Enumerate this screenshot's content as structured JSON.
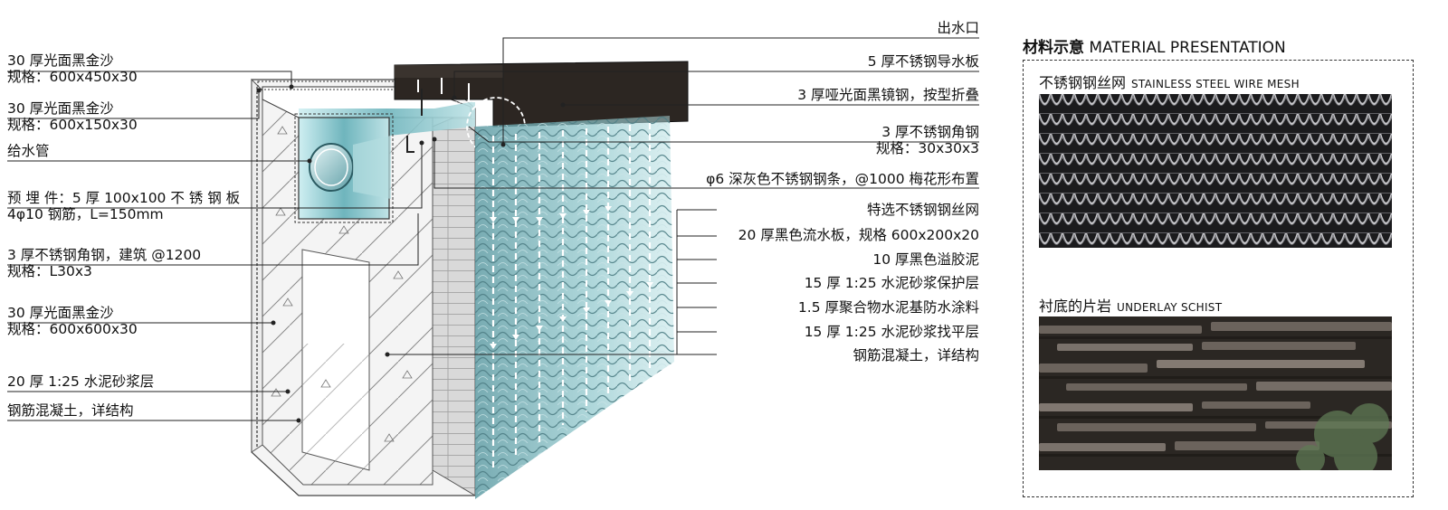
{
  "left_labels": [
    {
      "line1": "30 厚光面黑金沙",
      "line2": "规格：600x450x30"
    },
    {
      "line1": "30 厚光面黑金沙",
      "line2": "规格：600x150x30"
    },
    {
      "line1": "给水管",
      "line2": ""
    },
    {
      "line1": "预 埋 件：5 厚 100x100 不 锈 钢 板",
      "line2": "4φ10 钢筋，L=150mm"
    },
    {
      "line1": "3 厚不锈钢角钢，建筑 @1200",
      "line2": "规格：L30x3"
    },
    {
      "line1": "30 厚光面黑金沙",
      "line2": "规格：600x600x30"
    },
    {
      "line1": "20 厚 1:25 水泥砂浆层",
      "line2": ""
    },
    {
      "line1": "钢筋混凝土，详结构",
      "line2": ""
    }
  ],
  "right_labels_top": [
    {
      "line1": "出水口"
    },
    {
      "line1": "5 厚不锈钢导水板"
    },
    {
      "line1": "3 厚哑光面黑镜钢，按型折叠"
    },
    {
      "line1": "3 厚不锈钢角钢",
      "line2": "规格：30x30x3"
    },
    {
      "line1": "φ6 深灰色不锈钢钢条，@1000 梅花形布置"
    }
  ],
  "right_labels_layers": [
    "特选不锈钢钢丝网",
    "20 厚黑色流水板，规格 600x200x20",
    "10 厚黑色溢胶泥",
    "15 厚 1:25 水泥砂浆保护层",
    "1.5 厚聚合物水泥基防水涂料",
    "15 厚 1:25 水泥砂浆找平层",
    "钢筋混凝土，详结构"
  ],
  "material_panel": {
    "title_cn": "材料示意",
    "title_en": "MATERIAL PRESENTATION",
    "items": [
      {
        "cn": "不锈钢钢丝网",
        "en": "STAINLESS STEEL WIRE MESH",
        "icon": "wire-mesh-photo"
      },
      {
        "cn": "衬底的片岩",
        "en": "UNDERLAY SCHIST",
        "icon": "schist-photo"
      }
    ]
  },
  "colors": {
    "steel_cap": "#2a2420",
    "water": "#8fc9cf",
    "mesh_glass": "#7fb9bf",
    "stone_dark": "#2b2723"
  }
}
